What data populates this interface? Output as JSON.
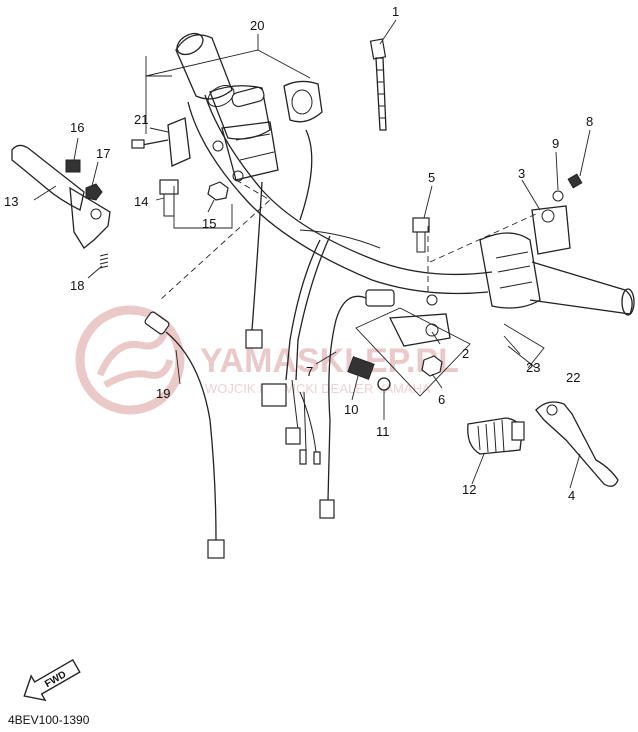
{
  "diagram": {
    "callouts": [
      "1",
      "2",
      "3",
      "4",
      "5",
      "6",
      "7",
      "8",
      "9",
      "10",
      "11",
      "12",
      "13",
      "14",
      "15",
      "16",
      "17",
      "18",
      "19",
      "20",
      "21",
      "22",
      "23"
    ],
    "direction_label": "FWD",
    "drawing_code": "4BEV100-1390",
    "watermark": {
      "brand": "YAMASKLEP.PL",
      "subtitle": "WOJCIK MOWICKI DEALER YAMAHA",
      "color": "#e8c4c4"
    }
  }
}
